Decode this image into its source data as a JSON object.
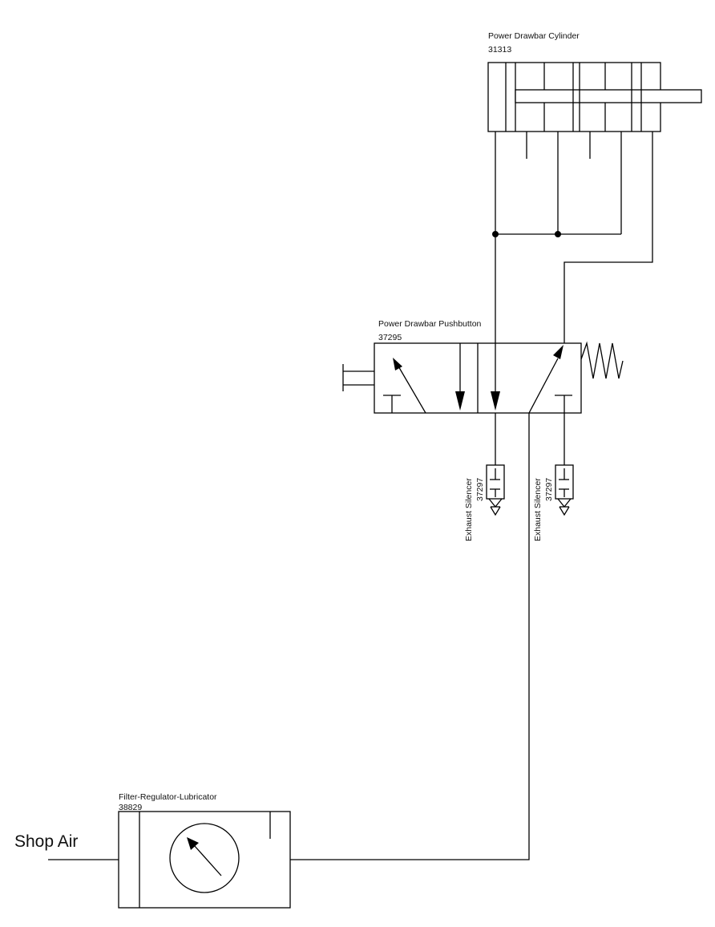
{
  "components": {
    "cylinder": {
      "name": "Power Drawbar Cylinder",
      "part": "31313"
    },
    "pushbutton": {
      "name": "Power Drawbar Pushbutton",
      "part": "37295"
    },
    "silencer_left": {
      "name": "Exhaust Silencer",
      "part": "37297"
    },
    "silencer_right": {
      "name": "Exhaust Silencer",
      "part": "37297"
    },
    "frl": {
      "name": "Filter-Regulator-Lubricator",
      "part": "38829"
    }
  },
  "source": {
    "label": "Shop Air"
  },
  "colors": {
    "line": "#000000",
    "background": "#ffffff"
  }
}
